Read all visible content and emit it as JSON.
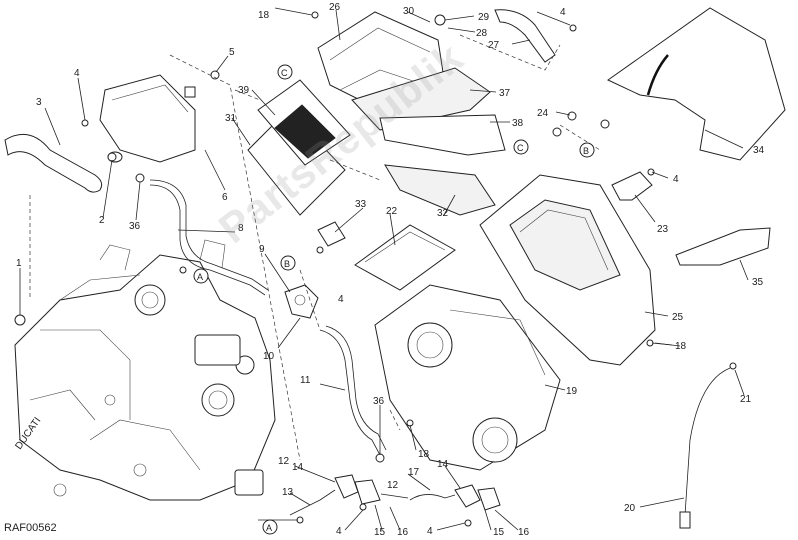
{
  "diagram": {
    "code": "RAF00562",
    "watermark": "PartsRepublik",
    "callouts": [
      {
        "id": "c1",
        "label": "1"
      },
      {
        "id": "c2",
        "label": "2"
      },
      {
        "id": "c3",
        "label": "3"
      },
      {
        "id": "c4a",
        "label": "4"
      },
      {
        "id": "c4b",
        "label": "4"
      },
      {
        "id": "c4c",
        "label": "4"
      },
      {
        "id": "c4d",
        "label": "4"
      },
      {
        "id": "c4e",
        "label": "4"
      },
      {
        "id": "c4f",
        "label": "4"
      },
      {
        "id": "c5",
        "label": "5"
      },
      {
        "id": "c6",
        "label": "6"
      },
      {
        "id": "c8",
        "label": "8"
      },
      {
        "id": "c9",
        "label": "9"
      },
      {
        "id": "c10",
        "label": "10"
      },
      {
        "id": "c11",
        "label": "11"
      },
      {
        "id": "c12a",
        "label": "12"
      },
      {
        "id": "c12b",
        "label": "12"
      },
      {
        "id": "c13",
        "label": "13"
      },
      {
        "id": "c14a",
        "label": "14"
      },
      {
        "id": "c14b",
        "label": "14"
      },
      {
        "id": "c15a",
        "label": "15"
      },
      {
        "id": "c15b",
        "label": "15"
      },
      {
        "id": "c16a",
        "label": "16"
      },
      {
        "id": "c16b",
        "label": "16"
      },
      {
        "id": "c17",
        "label": "17"
      },
      {
        "id": "c18a",
        "label": "18"
      },
      {
        "id": "c18b",
        "label": "18"
      },
      {
        "id": "c18c",
        "label": "18"
      },
      {
        "id": "c19",
        "label": "19"
      },
      {
        "id": "c20",
        "label": "20"
      },
      {
        "id": "c21",
        "label": "21"
      },
      {
        "id": "c22",
        "label": "22"
      },
      {
        "id": "c23",
        "label": "23"
      },
      {
        "id": "c24",
        "label": "24"
      },
      {
        "id": "c25",
        "label": "25"
      },
      {
        "id": "c26",
        "label": "26"
      },
      {
        "id": "c27",
        "label": "27"
      },
      {
        "id": "c28",
        "label": "28"
      },
      {
        "id": "c29",
        "label": "29"
      },
      {
        "id": "c30",
        "label": "30"
      },
      {
        "id": "c31",
        "label": "31"
      },
      {
        "id": "c32",
        "label": "32"
      },
      {
        "id": "c33",
        "label": "33"
      },
      {
        "id": "c34",
        "label": "34"
      },
      {
        "id": "c35",
        "label": "35"
      },
      {
        "id": "c36a",
        "label": "36"
      },
      {
        "id": "c36b",
        "label": "36"
      },
      {
        "id": "c37",
        "label": "37"
      },
      {
        "id": "c38",
        "label": "38"
      },
      {
        "id": "c39",
        "label": "39"
      }
    ],
    "ref_markers": [
      {
        "id": "rA1",
        "label": "A"
      },
      {
        "id": "rA2",
        "label": "A"
      },
      {
        "id": "rB1",
        "label": "B"
      },
      {
        "id": "rB2",
        "label": "B"
      },
      {
        "id": "rC1",
        "label": "C"
      },
      {
        "id": "rC2",
        "label": "C"
      }
    ],
    "engine_badge": "DUCATI"
  }
}
